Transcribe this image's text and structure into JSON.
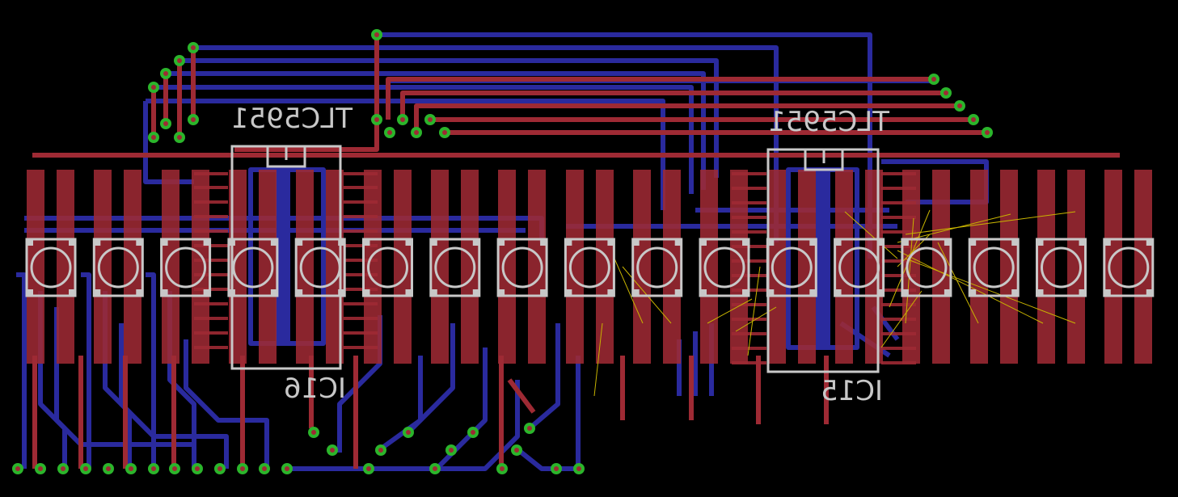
{
  "view": "pcb-layout",
  "colors": {
    "background": "#000000",
    "top_copper": "#9e2a34",
    "bottom_copper": "#2a2a9e",
    "silkscreen": "#c8c8c8",
    "via_ring": "#2bb52b",
    "airwire": "#c8b400"
  },
  "components": [
    {
      "id": "ic16",
      "name": "IC16",
      "value": "TLC5951"
    },
    {
      "id": "ic15",
      "name": "IC15",
      "value": "TLC5951"
    }
  ],
  "led_count": 17
}
